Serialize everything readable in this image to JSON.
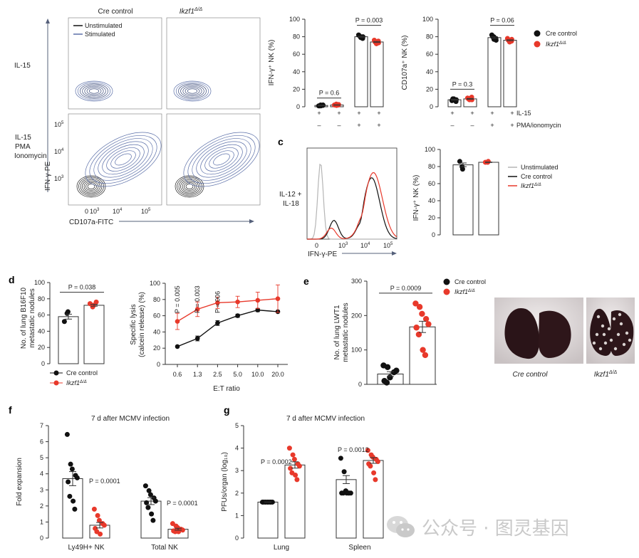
{
  "colors": {
    "black": "#111111",
    "red": "#e8392b",
    "blue": "#5b6fa8",
    "grey": "#b5b5b5"
  },
  "panel_letters": {
    "c": "c",
    "d": "d",
    "e": "e",
    "f": "f",
    "g": "g"
  },
  "flow": {
    "col_titles": [
      "Cre control",
      "Ikzf1"
    ],
    "col_title_sup": "Δ/Δ",
    "legend": [
      "Unstimulated",
      "Stimulated"
    ],
    "row_labels": [
      "IL-15",
      "IL-15",
      "PMA",
      "Ionomycin"
    ],
    "y_label": "IFN-γ-PE",
    "x_label": "CD107a-FITC",
    "y_ticks": [
      "10",
      "10",
      "10"
    ],
    "y_tick_exp": [
      "5",
      "4",
      "3"
    ],
    "x_ticks": [
      "0",
      "10",
      "10",
      "10"
    ],
    "x_tick_exp": [
      "",
      "3",
      "4",
      "5"
    ]
  },
  "legend_groups": {
    "cre": "Cre control",
    "ikzf": "Ikzf1",
    "ikzf_sup": "Δ/Δ",
    "unstim": "Unstimulated"
  },
  "panel_c": {
    "hist_label_1": "IL-12 +",
    "hist_label_2": "IL-18",
    "hist_x_label": "IFN-γ-PE",
    "hist_x_ticks": [
      "0",
      "10",
      "10",
      "10"
    ],
    "hist_x_exp": [
      "",
      "3",
      "4",
      "5"
    ]
  },
  "photo_captions": {
    "left": "Cre control",
    "right": "Ikzf1",
    "right_sup": "Δ/Δ"
  },
  "chart_data": [
    {
      "id": "b_ifng",
      "type": "bar",
      "ylabel": "IFN-γ+ NK (%)",
      "ylim": [
        0,
        100
      ],
      "yticks": [
        0,
        20,
        40,
        60,
        80,
        100
      ],
      "x_rows": [
        {
          "label": "IL-15",
          "values": [
            "+",
            "+",
            "+",
            "+"
          ]
        },
        {
          "label": "PMA/ionomycin",
          "values": [
            "–",
            "–",
            "+",
            "+"
          ]
        }
      ],
      "series": [
        {
          "name": "Cre control",
          "values": [
            1.5,
            80
          ],
          "points": [
            [
              1,
              2,
              1,
              1.5,
              2,
              1
            ],
            [
              82,
              80,
              79,
              78,
              80,
              81
            ]
          ]
        },
        {
          "name": "Ikzf1Δ/Δ",
          "values": [
            2,
            74
          ],
          "points": [
            [
              2,
              3,
              1.5,
              2,
              2.5,
              2
            ],
            [
              76,
              74,
              72,
              75,
              73,
              74
            ]
          ]
        }
      ],
      "annotations": [
        "P = 0.6",
        "P = 0.003"
      ]
    },
    {
      "id": "b_cd107a",
      "type": "bar",
      "ylabel": "CD107a+ NK (%)",
      "ylim": [
        0,
        100
      ],
      "yticks": [
        0,
        20,
        40,
        60,
        80,
        100
      ],
      "series": [
        {
          "name": "Cre control",
          "values": [
            8,
            79
          ],
          "points": [
            [
              7,
              9,
              8,
              6,
              8,
              9
            ],
            [
              82,
              80,
              77,
              78,
              76,
              80
            ]
          ]
        },
        {
          "name": "Ikzf1Δ/Δ",
          "values": [
            9,
            76
          ],
          "points": [
            [
              10,
              8,
              9,
              11,
              8,
              9
            ],
            [
              78,
              76,
              74,
              75,
              77,
              76
            ]
          ]
        }
      ],
      "annotations": [
        "P = 0.3",
        "P = 0.06"
      ]
    },
    {
      "id": "c_bar",
      "type": "bar",
      "ylabel": "IFN-γ+ NK (%)",
      "ylim": [
        0,
        100
      ],
      "yticks": [
        0,
        20,
        40,
        60,
        80,
        100
      ],
      "series": [
        {
          "name": "Cre control",
          "values": [
            82
          ],
          "points": [
            [
              86,
              80,
              77
            ]
          ]
        },
        {
          "name": "Ikzf1Δ/Δ",
          "values": [
            85
          ],
          "points": [
            [
              85,
              85,
              86
            ]
          ]
        }
      ]
    },
    {
      "id": "d_bar",
      "type": "bar",
      "ylabel": "No. of lung B16F10 metastatic nodules",
      "ylim": [
        0,
        100
      ],
      "yticks": [
        0,
        20,
        40,
        60,
        80,
        100
      ],
      "series": [
        {
          "name": "Cre control",
          "values": [
            58
          ],
          "points": [
            [
              52,
              62,
              64
            ]
          ]
        },
        {
          "name": "Ikzf1Δ/Δ",
          "values": [
            72
          ],
          "points": [
            [
              74,
              70,
              72,
              76
            ]
          ]
        }
      ],
      "annotations": [
        "P = 0.038"
      ]
    },
    {
      "id": "d_line",
      "type": "line",
      "xlabel": "E:T ratio",
      "ylabel": "Specific lysis (calcein release) (%)",
      "categories": [
        "0.6",
        "1.3",
        "2.5",
        "5.0",
        "10.0",
        "20.0"
      ],
      "ylim": [
        0,
        100
      ],
      "yticks": [
        0,
        20,
        40,
        60,
        80,
        100
      ],
      "series": [
        {
          "name": "Cre control",
          "values": [
            22,
            32,
            51,
            60,
            67,
            65
          ],
          "err": [
            1,
            3,
            3,
            2,
            2,
            1
          ]
        },
        {
          "name": "Ikzf1Δ/Δ",
          "values": [
            53,
            68,
            76,
            77,
            79,
            81
          ],
          "err": [
            10,
            9,
            7,
            7,
            10,
            17
          ]
        }
      ],
      "annotations": [
        "P = 0.005",
        "P = 0.003",
        "P = 006"
      ]
    },
    {
      "id": "e_bar",
      "type": "bar",
      "ylabel": "No. of lung LWT1 metastatic nodules",
      "ylim": [
        0,
        300
      ],
      "yticks": [
        0,
        100,
        200,
        300
      ],
      "series": [
        {
          "name": "Cre control",
          "values": [
            30
          ],
          "points": [
            [
              55,
              50,
              20,
              35,
              40,
              10,
              5
            ]
          ]
        },
        {
          "name": "Ikzf1Δ/Δ",
          "values": [
            167
          ],
          "points": [
            [
              235,
              225,
              205,
              190,
              175,
              165,
              145,
              100,
              85
            ]
          ]
        }
      ],
      "annotations": [
        "P = 0.0009"
      ]
    },
    {
      "id": "f_bar",
      "type": "bar",
      "title": "7 d after MCMV infection",
      "ylabel": "Fold expansion",
      "categories": [
        "Ly49H+ NK",
        "Total NK"
      ],
      "ylim": [
        0,
        7
      ],
      "yticks": [
        0,
        1,
        2,
        3,
        4,
        5,
        6,
        7
      ],
      "series": [
        {
          "name": "Cre control",
          "values": [
            3.7,
            2.3
          ],
          "points": [
            [
              6.45,
              4.6,
              4.3,
              3.9,
              3.75,
              3.5,
              2.6,
              2.3,
              1.8
            ],
            [
              3.25,
              2.95,
              2.7,
              2.5,
              2.3,
              2.2,
              1.9,
              1.5,
              1.1
            ]
          ]
        },
        {
          "name": "Ikzf1Δ/Δ",
          "values": [
            0.8,
            0.55
          ],
          "points": [
            [
              1.8,
              1.4,
              1.1,
              0.9,
              0.8,
              0.6,
              0.4,
              0.25
            ],
            [
              0.9,
              0.75,
              0.65,
              0.55,
              0.5,
              0.45,
              0.4,
              0.4
            ]
          ]
        }
      ],
      "annotations": [
        "P = 0.0001",
        "P = 0.0001"
      ]
    },
    {
      "id": "g_bar",
      "type": "bar",
      "title": "7 d after MCMV infection",
      "ylabel": "PFUs/organ (log10)",
      "categories": [
        "Lung",
        "Spleen"
      ],
      "ylim": [
        0,
        5
      ],
      "yticks": [
        0,
        1,
        2,
        3,
        4,
        5
      ],
      "series": [
        {
          "name": "Cre control",
          "values": [
            1.6,
            2.6
          ],
          "points": [
            [
              1.6,
              1.6,
              1.6,
              1.6,
              1.6,
              1.6,
              1.6,
              1.6,
              1.6
            ],
            [
              3.55,
              2.95,
              2.1,
              2.0,
              2.0,
              2.0,
              2.0,
              2.0,
              2.0
            ]
          ]
        },
        {
          "name": "Ikzf1Δ/Δ",
          "values": [
            3.25,
            3.45
          ],
          "points": [
            [
              4.0,
              3.7,
              3.5,
              3.3,
              3.2,
              3.1,
              2.9,
              2.8,
              2.6
            ],
            [
              3.9,
              3.7,
              3.6,
              3.5,
              3.4,
              3.3,
              3.2,
              2.9,
              2.6
            ]
          ]
        }
      ],
      "annotations": [
        "P = 0.0002",
        "P = 0.0012"
      ]
    }
  ],
  "watermark": {
    "text": "公众号 · 图灵基因",
    "icon": "wechat-icon"
  }
}
